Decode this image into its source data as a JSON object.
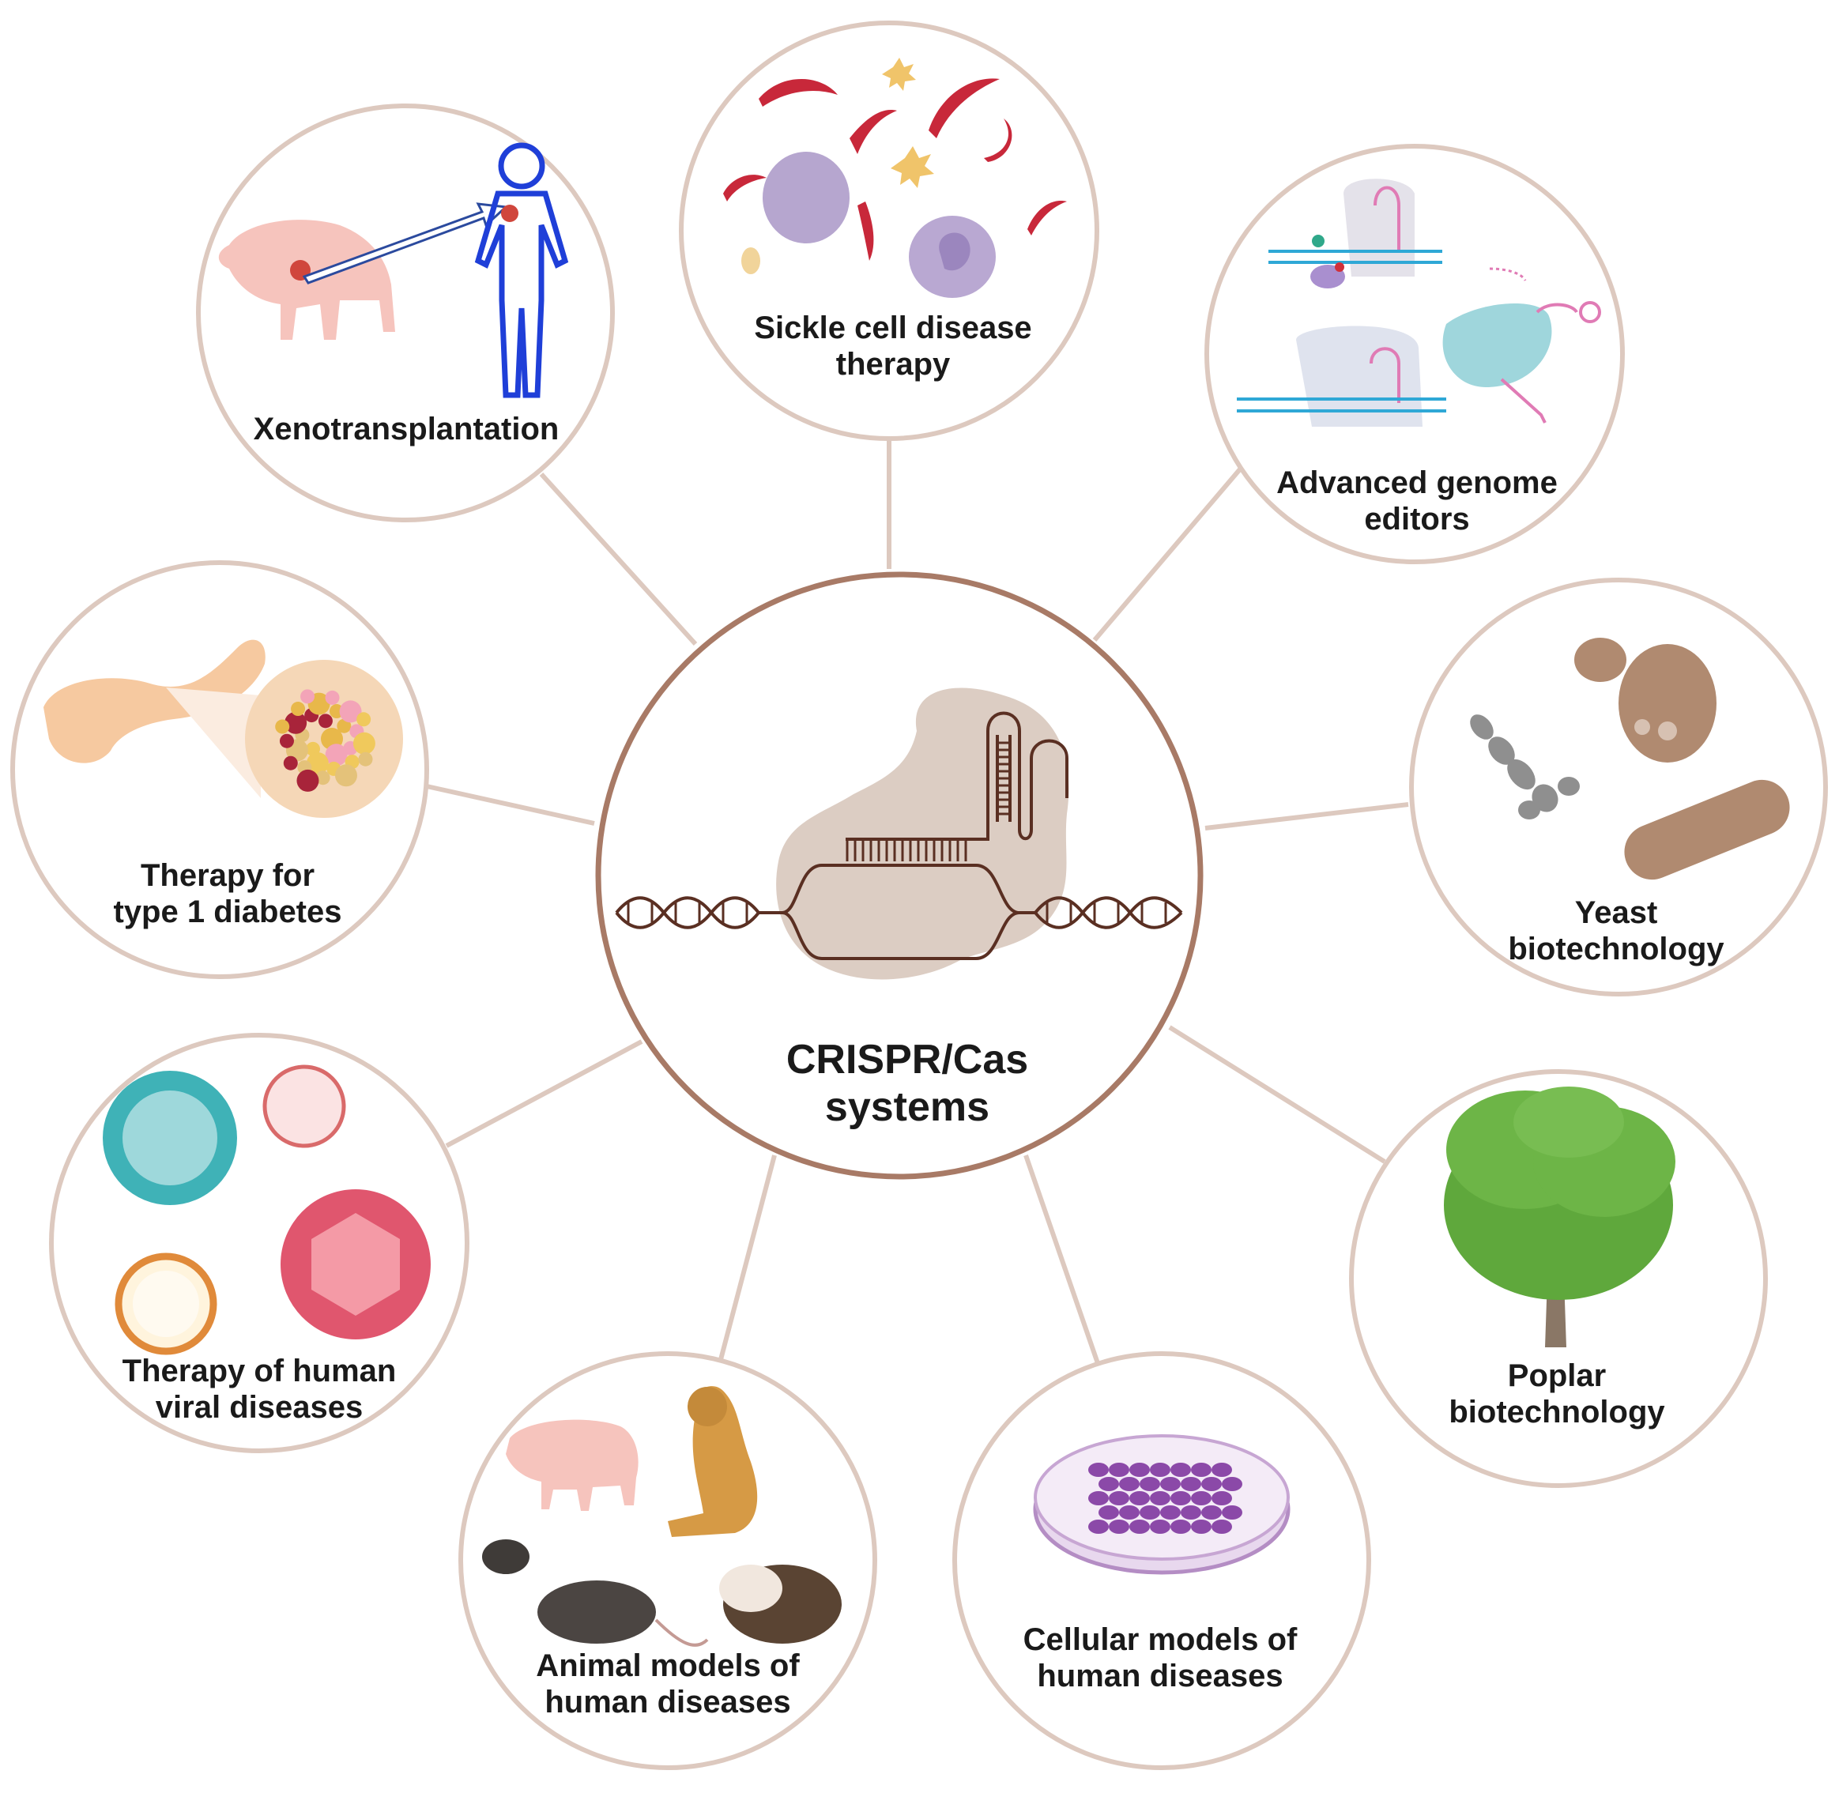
{
  "center": {
    "label_lines": [
      "CRISPR/Cas",
      "systems"
    ],
    "ring_color": "#a87a66",
    "protein_color": "#dccdc3",
    "dna_color": "#5a2f22"
  },
  "satellites": [
    {
      "id": "sickle",
      "label_lines": [
        "Sickle cell disease",
        "therapy"
      ],
      "icon": "sickle-cells-icon"
    },
    {
      "id": "xeno",
      "label_lines": [
        "Xenotransplantation"
      ],
      "icon": "pig-to-human-icon"
    },
    {
      "id": "editors",
      "label_lines": [
        "Advanced genome",
        "editors"
      ],
      "icon": "genome-editor-complexes-icon"
    },
    {
      "id": "diabetes",
      "label_lines": [
        "Therapy for",
        "type 1 diabetes"
      ],
      "icon": "pancreas-islet-icon"
    },
    {
      "id": "yeast",
      "label_lines": [
        "Yeast",
        "biotechnology"
      ],
      "icon": "yeast-cells-icon"
    },
    {
      "id": "viral",
      "label_lines": [
        "Therapy of human",
        "viral diseases"
      ],
      "icon": "virus-particles-icon"
    },
    {
      "id": "poplar",
      "label_lines": [
        "Poplar",
        "biotechnology"
      ],
      "icon": "tree-icon"
    },
    {
      "id": "animal",
      "label_lines": [
        "Animal models of",
        "human diseases"
      ],
      "icon": "model-animals-icon"
    },
    {
      "id": "cellular",
      "label_lines": [
        "Cellular models of",
        "human diseases"
      ],
      "icon": "petri-dish-icon"
    }
  ],
  "colors": {
    "satellite_ring": "#ddc9bf",
    "connector": "#ddc9bf",
    "sickle_red": "#c8283a",
    "virus_teal": "#3fb2b7",
    "virus_pink": "#e0566e",
    "tree_green": "#5fa83c",
    "petri_purple": "#8b49a8",
    "yeast_brown": "#b08a70",
    "pig_pink": "#f6c4bd",
    "human_blue": "#1f3fd8"
  }
}
